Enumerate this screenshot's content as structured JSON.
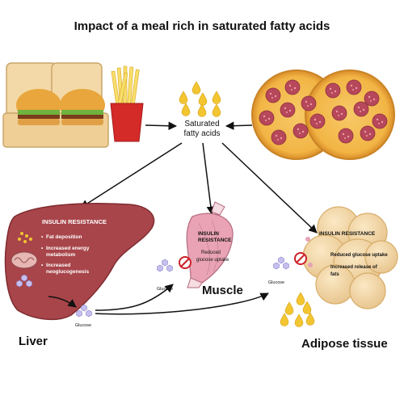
{
  "title": "Impact of a meal rich in saturated fatty acids",
  "center": {
    "line1": "Saturated",
    "line2": "fatty acids"
  },
  "liver": {
    "label": "Liver",
    "heading": "INSULIN RESISTANCE",
    "bullets": [
      "Fat deposition",
      "Increased energy",
      "metabolism",
      "Increased",
      "neoglucogenesis"
    ]
  },
  "muscle": {
    "label": "Muscle",
    "heading1": "INSULIN",
    "heading2": "RESISTANCE",
    "note1": "Reduced",
    "note2": "glucose uptake"
  },
  "adipose": {
    "label": "Adipose tissue",
    "heading": "INSULIN RESISTANCE",
    "note1": "Reduced glucose uptake",
    "note2a": "Increased release of",
    "note2b": "fats"
  },
  "glucose": {
    "liver": "Glucose",
    "muscle": "Glucose",
    "adipose": "Glucose"
  },
  "colors": {
    "liver": "#a8454a",
    "muscle": "#e9a3b4",
    "adipose": "#f1d19a",
    "fat_drop": "#f2c531",
    "glucose": "#b9b3e6",
    "inhibit": "#cc2127"
  }
}
